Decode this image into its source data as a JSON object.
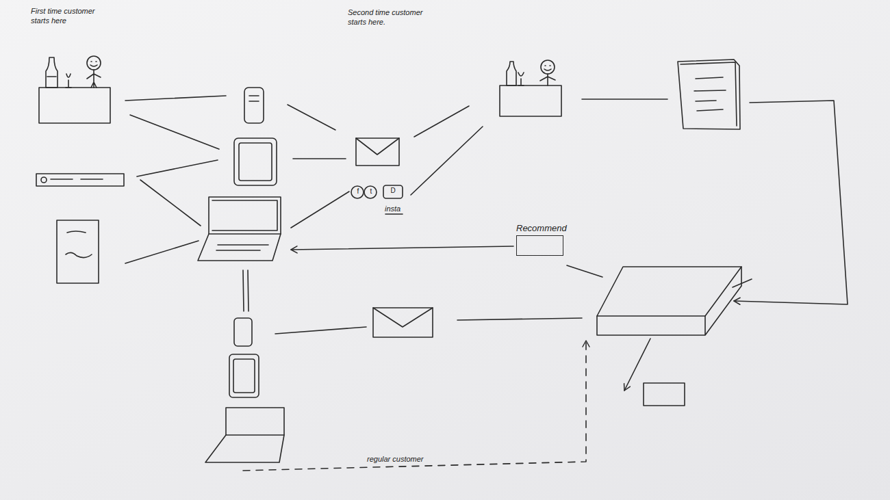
{
  "diagram": {
    "nodes": [
      {
        "text": [
          "Recommend"
        ]
      }
    ],
    "labels": [
      "First time customer starts here",
      "Second time customer starts here.",
      "f",
      "t",
      "D",
      "insta",
      "regular customer"
    ]
  }
}
